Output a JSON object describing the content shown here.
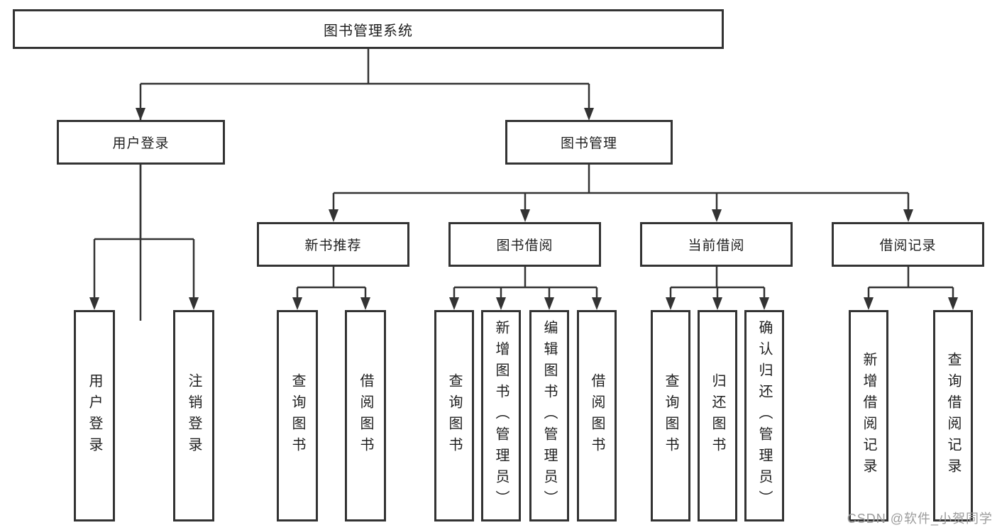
{
  "diagram_type": "hierarchy-tree",
  "tree": {
    "root": {
      "label": "图书管理系统"
    },
    "branches": [
      {
        "label": "用户登录",
        "children": [
          {
            "label": "用户登录"
          },
          {
            "label": "注销登录"
          }
        ]
      },
      {
        "label": "图书管理",
        "children": [
          {
            "label": "新书推荐",
            "children": [
              {
                "label": "查询图书"
              },
              {
                "label": "借阅图书"
              }
            ]
          },
          {
            "label": "图书借阅",
            "children": [
              {
                "label": "查询图书"
              },
              {
                "label": "新增图书（管理员）"
              },
              {
                "label": "编辑图书（管理员）"
              },
              {
                "label": "借阅图书"
              }
            ]
          },
          {
            "label": "当前借阅",
            "children": [
              {
                "label": "查询图书"
              },
              {
                "label": "归还图书"
              },
              {
                "label": "确认归还（管理员）"
              }
            ]
          },
          {
            "label": "借阅记录",
            "children": [
              {
                "label": "新增借阅记录"
              },
              {
                "label": "查询借阅记录"
              }
            ]
          }
        ]
      }
    ]
  },
  "watermark": {
    "text": "CSDN @软件_小贺同学"
  },
  "colors": {
    "border": "#333333",
    "line": "#333333",
    "text": "#1f1f1f",
    "background": "#ffffff",
    "watermark": "#9b9b9b"
  }
}
